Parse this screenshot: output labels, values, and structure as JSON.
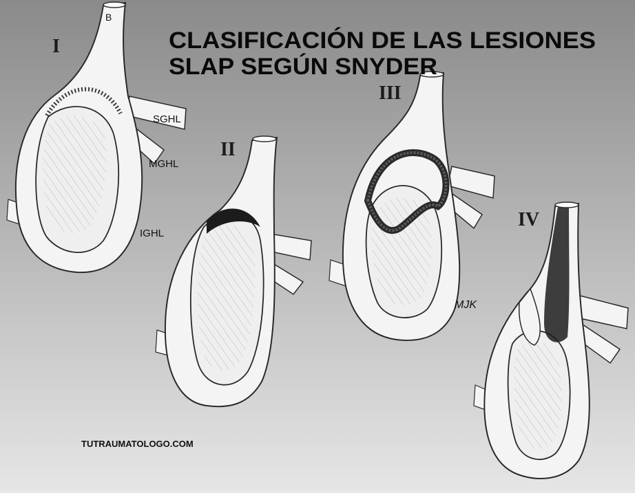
{
  "title_line1": "CLASIFICACIÓN DE LAS LESIONES",
  "title_line2": "SLAP SEGÚN SNYDER",
  "panels": [
    {
      "numeral": "I"
    },
    {
      "numeral": "II"
    },
    {
      "numeral": "III"
    },
    {
      "numeral": "IV"
    }
  ],
  "labels": {
    "biceps": "B",
    "sghl": "SGHL",
    "mghl": "MGHL",
    "ighl": "IGHL",
    "signature": "MJK"
  },
  "watermark": "TUTRAUMATOLOGO.COM",
  "colors": {
    "background_top": "#8e8e8e",
    "background_bottom": "#e4e4e4",
    "tissue": "#f4f4f4",
    "outline": "#2a2a2a",
    "lesion": "#1c1c1c"
  }
}
